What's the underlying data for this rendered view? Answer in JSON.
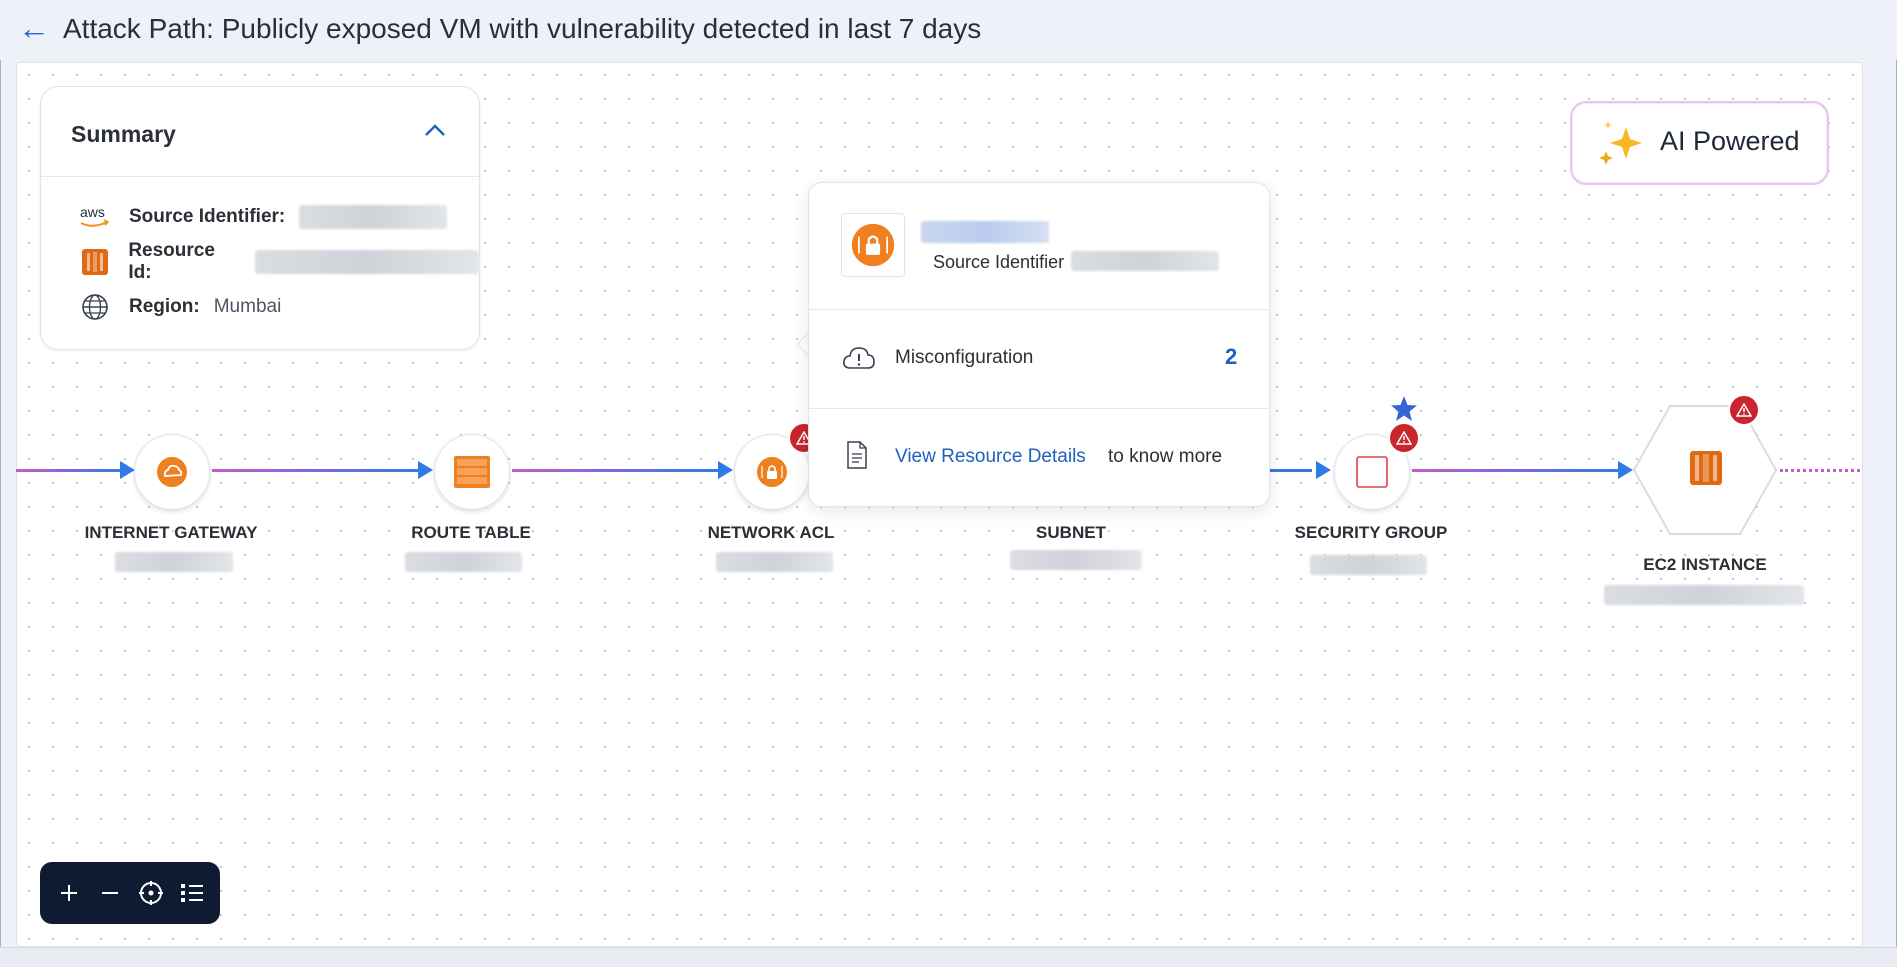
{
  "header": {
    "title": "Attack Path: Publicly exposed VM with vulnerability detected in last 7 days"
  },
  "summary": {
    "title": "Summary",
    "rows": [
      {
        "label": "Source Identifier:",
        "value": ""
      },
      {
        "label": "Resource Id:",
        "value": ""
      },
      {
        "label": "Region:",
        "value": "Mumbai"
      }
    ]
  },
  "ai_badge": {
    "label": "AI Powered"
  },
  "popup": {
    "source_label": "Source Identifier",
    "misconfig_label": "Misconfiguration",
    "misconfig_count": "2",
    "link_text": "View Resource Details",
    "link_suffix": "to know more"
  },
  "nodes": [
    {
      "label": "INTERNET GATEWAY",
      "icon": "cloud-icon",
      "alert": false
    },
    {
      "label": "ROUTE TABLE",
      "icon": "route-table-icon",
      "alert": false
    },
    {
      "label": "NETWORK ACL",
      "icon": "lock-icon",
      "alert": true
    },
    {
      "label": "SUBNET",
      "icon": "subnet-icon",
      "alert": false
    },
    {
      "label": "SECURITY GROUP",
      "icon": "security-group-icon",
      "alert": true
    },
    {
      "label": "EC2 INSTANCE",
      "icon": "ec2-icon",
      "alert": true,
      "starred": true
    }
  ],
  "colors": {
    "accent": "#1f5fbf",
    "orange": "#f0801f",
    "alert": "#c9252c",
    "edge": "#2f7be6",
    "edge_alt": "#c35ad0"
  }
}
